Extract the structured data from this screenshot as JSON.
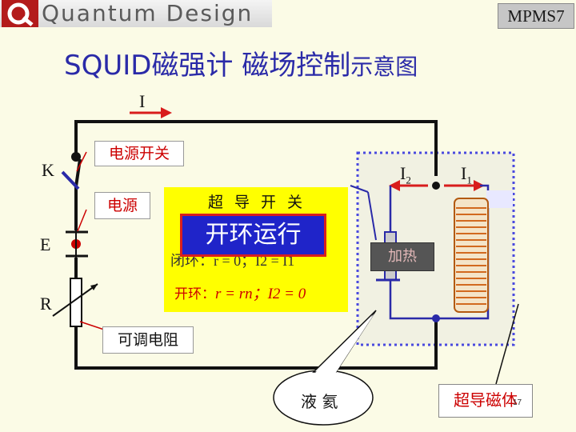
{
  "logo": {
    "text": "Quantum Design",
    "badge": "MPMS7"
  },
  "title": {
    "main": "SQUID磁强计 磁场控制",
    "suffix": "示意图"
  },
  "labels": {
    "current": "I",
    "switch": "K",
    "source": "E",
    "resistor": "R",
    "i2_base": "I",
    "i2_sub": "2",
    "i1_base": "I",
    "i1_sub": "1"
  },
  "boxes": {
    "power_switch": "电源开关",
    "power": "电源",
    "variable_resistor": "可调电阻",
    "heater": "加热",
    "liquid_helium": "液 氦",
    "sc_magnet": "超导磁体",
    "page_number": "17"
  },
  "sc_switch": {
    "title": "超 导 开 关",
    "mode": "开环运行",
    "hidden_row": "闭环：r = 0；I2 = I1",
    "open_prefix": "开环：",
    "open_formula": "r = rn；I2 = 0"
  },
  "colors": {
    "title": "#2a2aa8",
    "accent_red": "#cc0000",
    "wire": "#111111",
    "dewar": "#3c3cc0",
    "panel": "#ffff00",
    "mode_box": "#1f24c9",
    "coil": "#d2691e"
  }
}
